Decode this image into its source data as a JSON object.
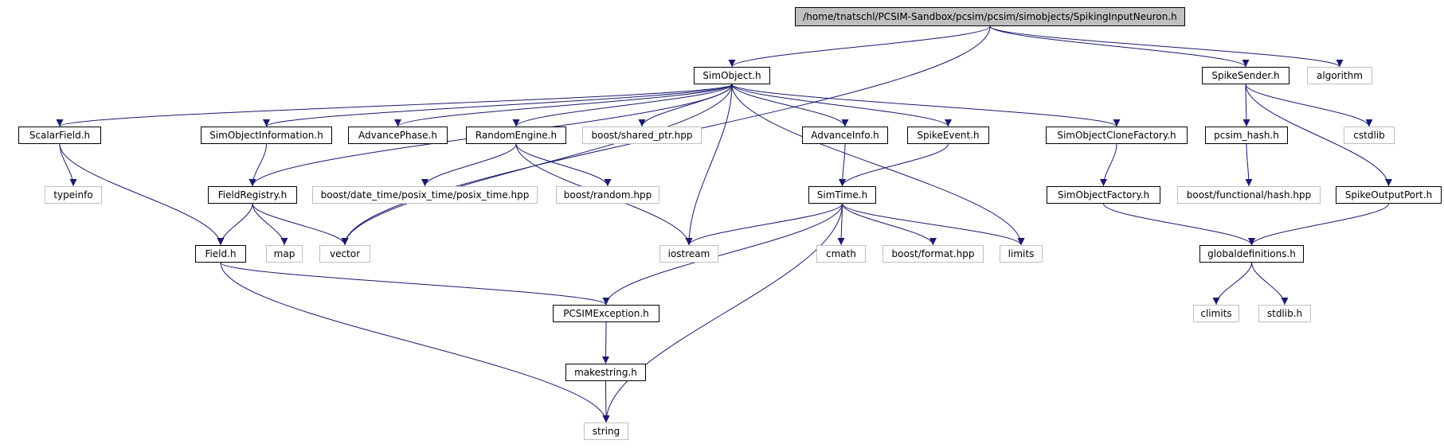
{
  "colors": {
    "edge": "#191970",
    "root_fill": "#bfbfbf",
    "system_border": "#bfbfbf",
    "doc_border": "#000000"
  },
  "nodes": {
    "root": "/home/tnatschl/PCSIM-Sandbox/pcsim/pcsim/simobjects/SpikingInputNeuron.h",
    "simobject": "SimObject.h",
    "spikesender": "SpikeSender.h",
    "algorithm": "algorithm",
    "scalarfield": "ScalarField.h",
    "simobjectinformation": "SimObjectInformation.h",
    "advancephase": "AdvancePhase.h",
    "randomengine": "RandomEngine.h",
    "shared_ptr": "boost/shared_ptr.hpp",
    "advanceinfo": "AdvanceInfo.h",
    "spikeevent": "SpikeEvent.h",
    "clonefactory": "SimObjectCloneFactory.h",
    "pcsim_hash": "pcsim_hash.h",
    "cstdlib": "cstdlib",
    "typeinfo": "typeinfo",
    "fieldregistry": "FieldRegistry.h",
    "posix_time": "boost/date_time/posix_time/posix_time.hpp",
    "random": "boost/random.hpp",
    "simtime": "SimTime.h",
    "simobjectfactory": "SimObjectFactory.h",
    "functional_hash": "boost/functional/hash.hpp",
    "spikeoutputport": "SpikeOutputPort.h",
    "field": "Field.h",
    "map": "map",
    "vector": "vector",
    "iostream": "iostream",
    "cmath": "cmath",
    "format": "boost/format.hpp",
    "limits": "limits",
    "globaldefinitions": "globaldefinitions.h",
    "pcsimexception": "PCSIMException.h",
    "climits": "climits",
    "stdlib": "stdlib.h",
    "makestring": "makestring.h",
    "string": "string"
  },
  "edges": [
    [
      "root",
      "simobject"
    ],
    [
      "root",
      "spikesender"
    ],
    [
      "root",
      "algorithm"
    ],
    [
      "root",
      "vector"
    ],
    [
      "simobject",
      "scalarfield"
    ],
    [
      "simobject",
      "simobjectinformation"
    ],
    [
      "simobject",
      "advancephase"
    ],
    [
      "simobject",
      "randomengine"
    ],
    [
      "simobject",
      "shared_ptr"
    ],
    [
      "simobject",
      "advanceinfo"
    ],
    [
      "simobject",
      "spikeevent"
    ],
    [
      "simobject",
      "clonefactory"
    ],
    [
      "simobject",
      "fieldregistry"
    ],
    [
      "simobject",
      "vector"
    ],
    [
      "simobject",
      "iostream"
    ],
    [
      "simobject",
      "limits"
    ],
    [
      "spikesender",
      "pcsim_hash"
    ],
    [
      "spikesender",
      "cstdlib"
    ],
    [
      "spikesender",
      "spikeoutputport"
    ],
    [
      "scalarfield",
      "typeinfo"
    ],
    [
      "scalarfield",
      "field"
    ],
    [
      "simobjectinformation",
      "fieldregistry"
    ],
    [
      "randomengine",
      "posix_time"
    ],
    [
      "randomengine",
      "random"
    ],
    [
      "randomengine",
      "iostream"
    ],
    [
      "advanceinfo",
      "simtime"
    ],
    [
      "spikeevent",
      "simtime"
    ],
    [
      "clonefactory",
      "simobjectfactory"
    ],
    [
      "pcsim_hash",
      "functional_hash"
    ],
    [
      "fieldregistry",
      "field"
    ],
    [
      "fieldregistry",
      "map"
    ],
    [
      "fieldregistry",
      "vector"
    ],
    [
      "simtime",
      "iostream"
    ],
    [
      "simtime",
      "cmath"
    ],
    [
      "simtime",
      "format"
    ],
    [
      "simtime",
      "limits"
    ],
    [
      "simtime",
      "pcsimexception"
    ],
    [
      "simtime",
      "string"
    ],
    [
      "simobjectfactory",
      "globaldefinitions"
    ],
    [
      "spikeoutputport",
      "globaldefinitions"
    ],
    [
      "field",
      "pcsimexception"
    ],
    [
      "field",
      "string"
    ],
    [
      "globaldefinitions",
      "climits"
    ],
    [
      "globaldefinitions",
      "stdlib"
    ],
    [
      "pcsimexception",
      "makestring"
    ],
    [
      "makestring",
      "string"
    ]
  ]
}
